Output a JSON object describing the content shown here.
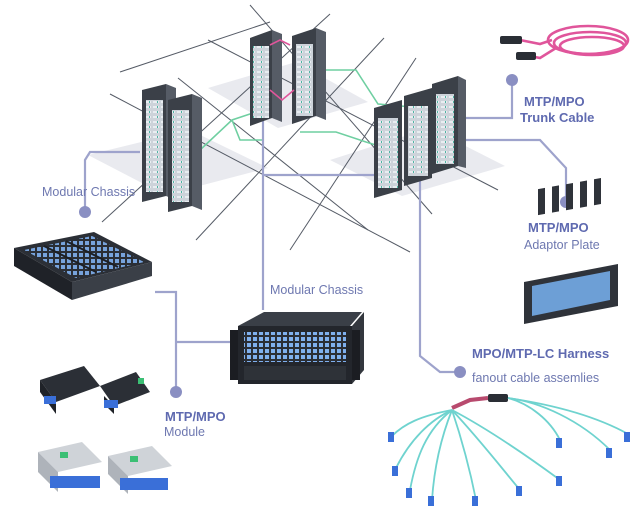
{
  "colors": {
    "connector": "#9ea3cc",
    "dot": "#8a8fc2",
    "label": "#6e78b0",
    "label_bold": "#5f6ab0",
    "floor": "#e9eaef",
    "floor_line": "#555b66",
    "rack": "#3b4048",
    "rack_face": "#d9dde2",
    "green_cable": "#6fcfa1",
    "magenta_cable": "#e0559b",
    "aqua_cable": "#6fd3cf",
    "port_blue": "#3a6fd8"
  },
  "labels": {
    "modular_chassis_left": "Modular Chassis",
    "modular_chassis_center": "Modular Chassis",
    "trunk_line1": "MTP/MPO",
    "trunk_line2": "Trunk Cable",
    "adaptor_line1": "MTP/MPO",
    "adaptor_line2": "Adaptor Plate",
    "harness_line1": "MPO/MTP-LC Harness",
    "harness_line2": "fanout cable assemlies",
    "module_line1": "MTP/MPO",
    "module_line2": "Module"
  },
  "icons": {
    "server_racks": "server-rack-icon",
    "trunk_cable": "trunk-cable-coil-icon",
    "adaptor_plate": "adaptor-plate-icon",
    "harness": "fanout-harness-icon",
    "chassis": "rack-chassis-icon",
    "modules": "cassette-module-icon",
    "patch_panel": "patch-panel-drawer-icon"
  }
}
